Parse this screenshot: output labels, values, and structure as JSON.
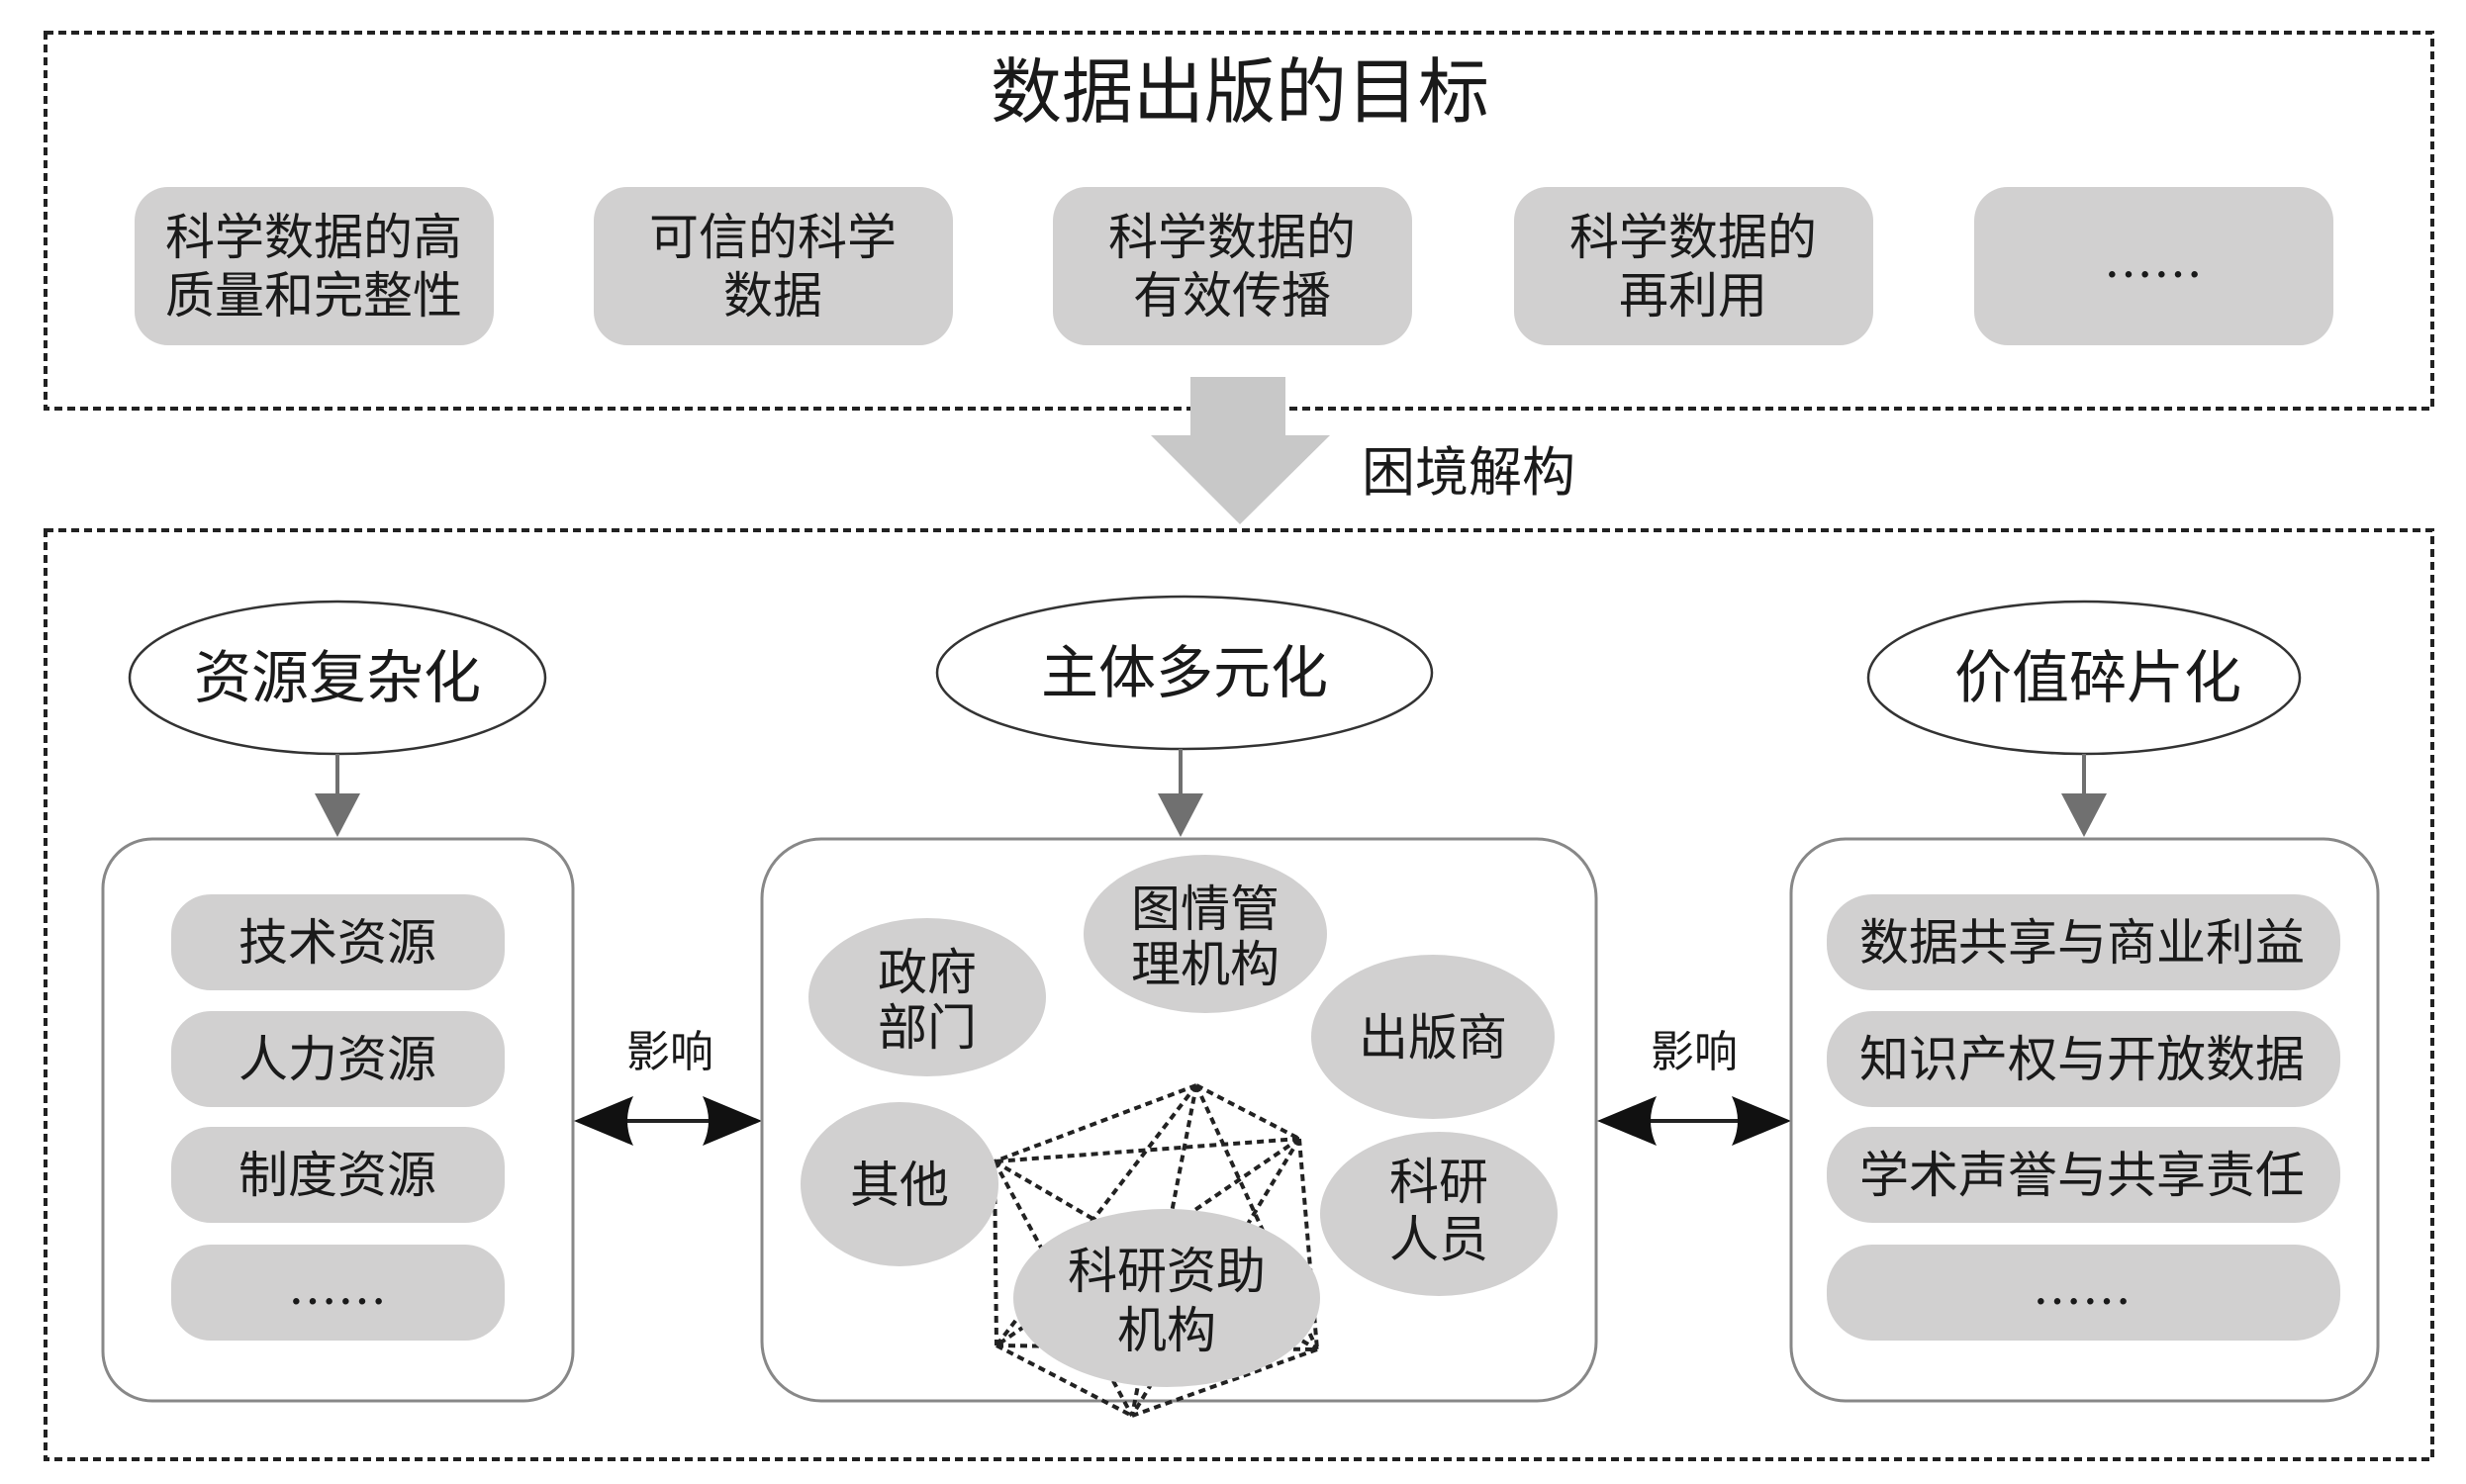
{
  "top_section": {
    "title": "数据出版的目标",
    "goals": [
      {
        "lines": [
          "科学数据的高",
          "质量和完整性"
        ]
      },
      {
        "lines": [
          "可信的科学",
          "数据"
        ]
      },
      {
        "lines": [
          "科学数据的",
          "有效传播"
        ]
      },
      {
        "lines": [
          "科学数据的",
          "再利用"
        ]
      },
      {
        "lines": [
          "……"
        ]
      }
    ]
  },
  "transition": {
    "label": "困境解构"
  },
  "bottom_section": {
    "left": {
      "heading": "资源复杂化",
      "items": [
        "技术资源",
        "人力资源",
        "制度资源",
        "……"
      ]
    },
    "center": {
      "heading": "主体多元化",
      "actors": [
        {
          "lines": [
            "图情管",
            "理机构"
          ]
        },
        {
          "lines": [
            "政府",
            "部门"
          ]
        },
        {
          "lines": [
            "出版商"
          ]
        },
        {
          "lines": [
            "其他"
          ]
        },
        {
          "lines": [
            "科研",
            "人员"
          ]
        },
        {
          "lines": [
            "科研资助",
            "机构"
          ]
        }
      ]
    },
    "right": {
      "heading": "价值碎片化",
      "items": [
        "数据共享与商业利益",
        "知识产权与开放数据",
        "学术声誉与共享责任",
        "……"
      ]
    },
    "link_left_label": "影响",
    "link_right_label": "影响"
  },
  "colors": {
    "box_fill": "#d1d0d0",
    "border": "#888888",
    "arrow_gray": "#707070",
    "big_arrow": "#c8c8c8",
    "text": "#1a1a1a"
  }
}
